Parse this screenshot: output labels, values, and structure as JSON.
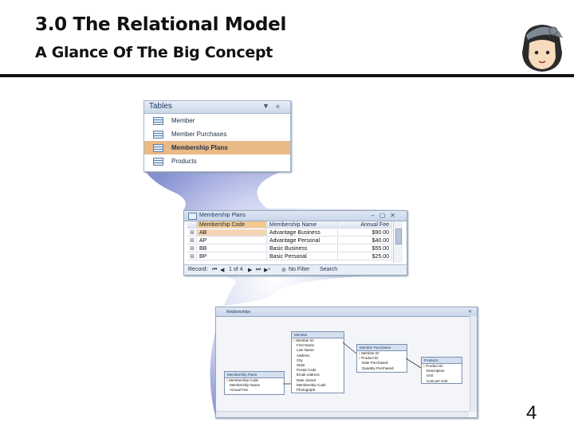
{
  "slide": {
    "title": "3.0 The Relational Model",
    "subtitle": "A Glance Of The Big Concept",
    "page_number": "4"
  },
  "nav_pane": {
    "header": "Tables",
    "items": [
      {
        "label": "Member",
        "selected": false
      },
      {
        "label": "Member Purchases",
        "selected": false
      },
      {
        "label": "Membership Plans",
        "selected": true
      },
      {
        "label": "Products",
        "selected": false
      }
    ]
  },
  "datasheet": {
    "title": "Membership Plans",
    "columns": [
      "Membership Code",
      "Membership Name",
      "Annual Fee"
    ],
    "rows": [
      [
        "AB",
        "Advantage Business",
        "$90.00"
      ],
      [
        "AP",
        "Advantage Personal",
        "$40.00"
      ],
      [
        "BB",
        "Basic Business",
        "$55.00"
      ],
      [
        "BP",
        "Basic Personal",
        "$25.00"
      ]
    ],
    "record_nav": {
      "label": "Record:",
      "position": "1 of 4",
      "filter": "No Filter",
      "search": "Search"
    }
  },
  "relationships": {
    "title": "Relationships",
    "tables": [
      {
        "name": "Member",
        "fields": [
          "Member ID",
          "First Name",
          "Last Name",
          "Address",
          "City",
          "State",
          "Postal Code",
          "Email Address",
          "Date Joined",
          "Membership Code",
          "Photograph"
        ],
        "keys": [
          "Member ID"
        ]
      },
      {
        "name": "Membership Plans",
        "fields": [
          "Membership Code",
          "Membership Name",
          "Annual Fee"
        ],
        "keys": [
          "Membership Code"
        ]
      },
      {
        "name": "Member Purchases",
        "fields": [
          "Member ID",
          "Product ID",
          "Date Purchased",
          "Quantity Purchased"
        ],
        "keys": [
          "Member ID",
          "Product ID"
        ]
      },
      {
        "name": "Products",
        "fields": [
          "Product ID",
          "Description",
          "Unit",
          "Cost per Unit"
        ],
        "keys": [
          "Product ID"
        ]
      }
    ]
  },
  "colors": {
    "swirl": "#8f9bd8",
    "selection": "#e9b986",
    "header_blue": "#1f3a63"
  }
}
